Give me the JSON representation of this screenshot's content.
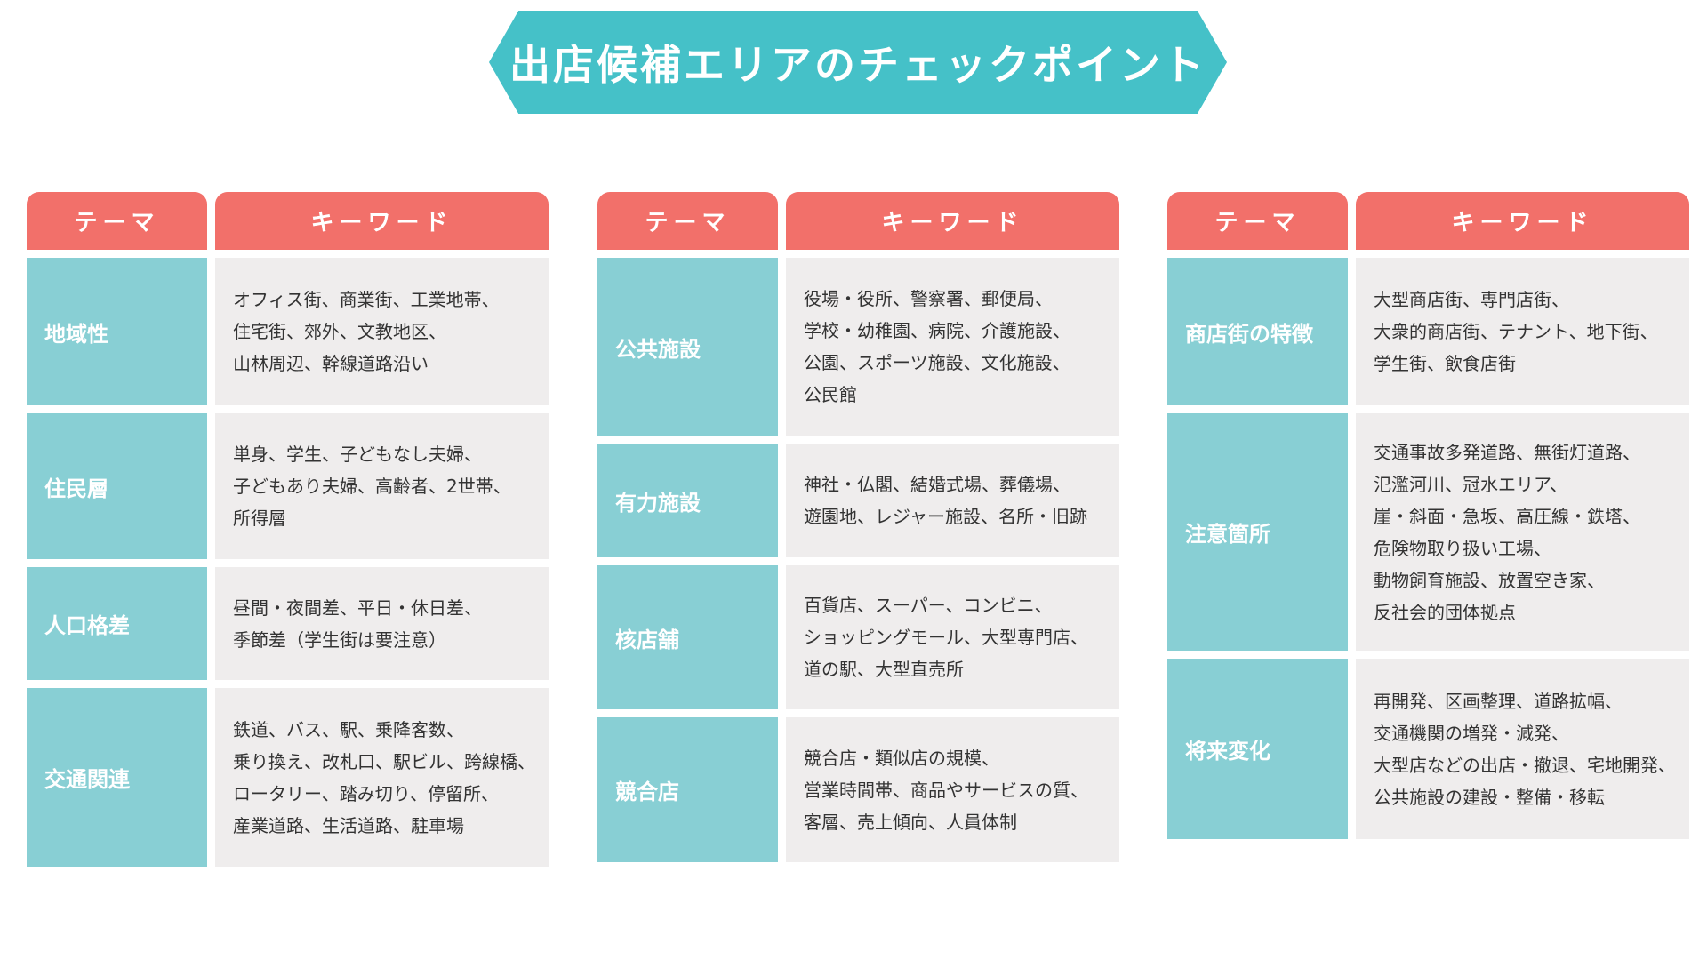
{
  "title": "出店候補エリアのチェックポイント",
  "colors": {
    "banner": "#45c1c8",
    "header": "#f2706a",
    "theme_cell": "#88cfd4",
    "keyword_cell": "#efeded",
    "keyword_text": "#333333"
  },
  "panels": [
    {
      "header_theme": "テーマ",
      "header_keyword": "キーワード",
      "rows": [
        {
          "theme": "地域性",
          "lines": [
            "オフィス街、商業街、工業地帯、",
            "住宅街、郊外、文教地区、",
            "山林周辺、幹線道路沿い"
          ]
        },
        {
          "theme": "住民層",
          "lines": [
            "単身、学生、子どもなし夫婦、",
            "子どもあり夫婦、高齢者、2世帯、",
            "所得層"
          ]
        },
        {
          "theme": "人口格差",
          "lines": [
            "昼間・夜間差、平日・休日差、",
            "季節差（学生街は要注意）"
          ]
        },
        {
          "theme": "交通関連",
          "lines": [
            "鉄道、バス、駅、乗降客数、",
            "乗り換え、改札口、駅ビル、跨線橋、",
            "ロータリー、踏み切り、停留所、",
            "産業道路、生活道路、駐車場"
          ]
        }
      ]
    },
    {
      "header_theme": "テーマ",
      "header_keyword": "キーワード",
      "rows": [
        {
          "theme": "公共施設",
          "lines": [
            "役場・役所、警察署、郵便局、",
            "学校・幼稚園、病院、介護施設、",
            "公園、スポーツ施設、文化施設、",
            "公民館"
          ]
        },
        {
          "theme": "有力施設",
          "lines": [
            "神社・仏閣、結婚式場、葬儀場、",
            "遊園地、レジャー施設、名所・旧跡"
          ]
        },
        {
          "theme": "核店舗",
          "lines": [
            "百貨店、スーパー、コンビニ、",
            "ショッピングモール、大型専門店、",
            "道の駅、大型直売所"
          ]
        },
        {
          "theme": "競合店",
          "lines": [
            "競合店・類似店の規模、",
            "営業時間帯、商品やサービスの質、",
            "客層、売上傾向、人員体制"
          ]
        }
      ]
    },
    {
      "header_theme": "テーマ",
      "header_keyword": "キーワード",
      "rows": [
        {
          "theme": "商店街の特徴",
          "lines": [
            "大型商店街、専門店街、",
            "大衆的商店街、テナント、地下街、",
            "学生街、飲食店街"
          ]
        },
        {
          "theme": "注意箇所",
          "lines": [
            "交通事故多発道路、無街灯道路、",
            "氾濫河川、冠水エリア、",
            "崖・斜面・急坂、高圧線・鉄塔、",
            "危険物取り扱い工場、",
            "動物飼育施設、放置空き家、",
            "反社会的団体拠点"
          ]
        },
        {
          "theme": "将来変化",
          "lines": [
            "再開発、区画整理、道路拡幅、",
            "交通機関の増発・減発、",
            "大型店などの出店・撤退、宅地開発、",
            "公共施設の建設・整備・移転"
          ]
        }
      ]
    }
  ]
}
